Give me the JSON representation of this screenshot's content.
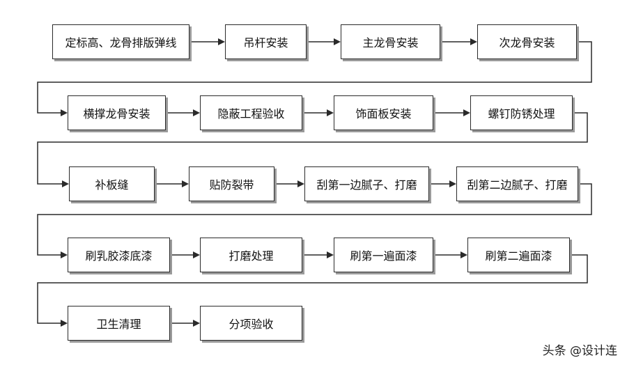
{
  "diagram": {
    "rows": [
      [
        "定标高、龙骨排版弹线",
        "吊杆安装",
        "主龙骨安装",
        "次龙骨安装"
      ],
      [
        "横撑龙骨安装",
        "隐蔽工程验收",
        "饰面板安装",
        "螺钉防锈处理"
      ],
      [
        "补板缝",
        "贴防裂带",
        "刮第一边腻子、打磨",
        "刮第二边腻子、打磨"
      ],
      [
        "刷乳胶漆底漆",
        "打磨处理",
        "刷第一遍面漆",
        "刷第二遍面漆"
      ],
      [
        "卫生清理",
        "分项验收"
      ]
    ]
  },
  "watermark": "头条 @设计连",
  "colors": {
    "line": "#2a2a2a",
    "box_border": "#2a2a2a",
    "box_shadow": "#9a9a9a",
    "background": "#ffffff"
  }
}
